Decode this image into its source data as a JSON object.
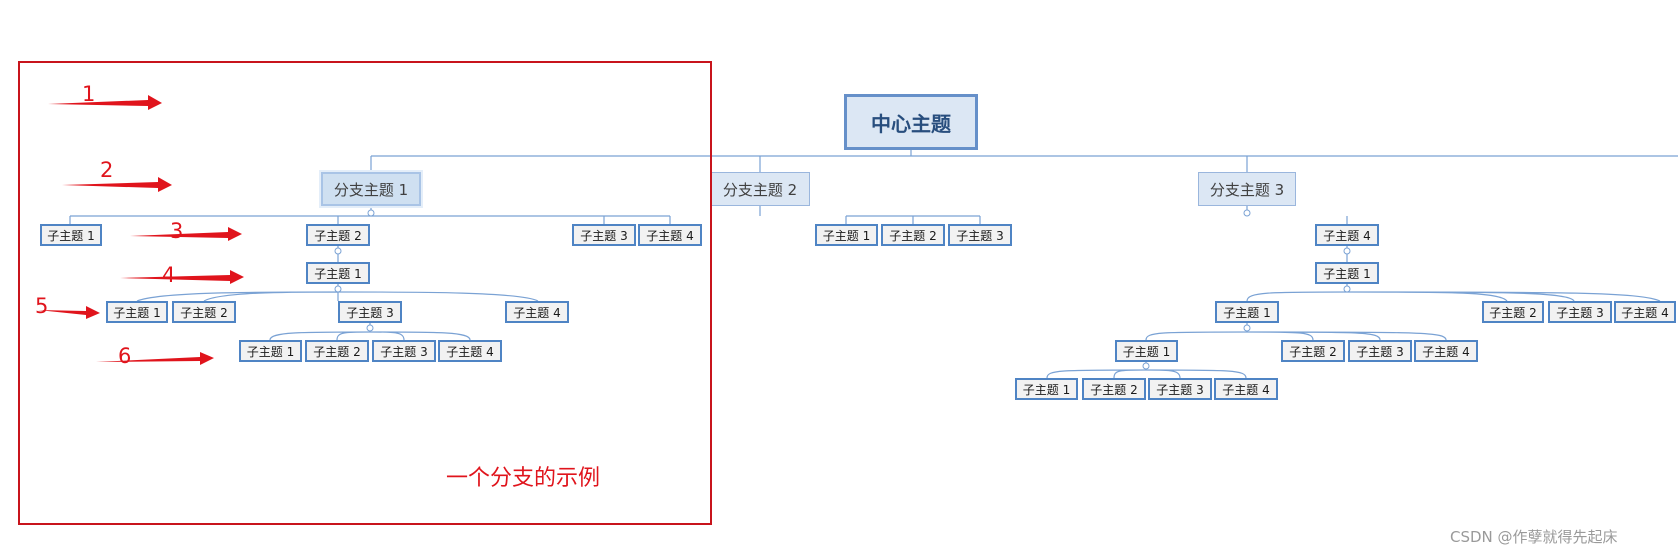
{
  "colors": {
    "line": "#7aa2d4",
    "annotation": "#e0141c",
    "node_border": "#4f84c4",
    "central_text": "#284e7e"
  },
  "central": "中心主题",
  "branches": [
    {
      "id": "b1",
      "label": "分支主题 1"
    },
    {
      "id": "b2",
      "label": "分支主题 2"
    },
    {
      "id": "b3",
      "label": "分支主题 3"
    }
  ],
  "nodes": {
    "b1_s1": "子主题 1",
    "b1_s2": "子主题 2",
    "b1_s3": "子主题 3",
    "b1_s4": "子主题 4",
    "b1_s2_1": "子主题 1",
    "b1_s2_1_1": "子主题 1",
    "b1_s2_1_2": "子主题 2",
    "b1_s2_1_3": "子主题 3",
    "b1_s2_1_4": "子主题 4",
    "b1_s2_1_3_1": "子主题 1",
    "b1_s2_1_3_2": "子主题 2",
    "b1_s2_1_3_3": "子主题 3",
    "b1_s2_1_3_4": "子主题 4",
    "b2_s1": "子主题 1",
    "b2_s2": "子主题 2",
    "b2_s3": "子主题 3",
    "b3_s4": "子主题 4",
    "b3_s4_1": "子主题 1",
    "b3_s4_1_1": "子主题 1",
    "b3_s4_1_2": "子主题 2",
    "b3_s4_1_3": "子主题 3",
    "b3_s4_1_4": "子主题 4",
    "b3_s4_1_1_1": "子主题 1",
    "b3_s4_1_1_2": "子主题 2",
    "b3_s4_1_1_3": "子主题 3",
    "b3_s4_1_1_4": "子主题 4",
    "b3_s4_1_1_1_1": "子主题 1",
    "b3_s4_1_1_1_2": "子主题 2",
    "b3_s4_1_1_1_3": "子主题 3",
    "b3_s4_1_1_1_4": "子主题 4"
  },
  "annotations": {
    "levels": [
      "1",
      "2",
      "3",
      "4",
      "5",
      "6"
    ],
    "example_label": "一个分支的示例"
  },
  "watermark": "CSDN @作孽就得先起床"
}
